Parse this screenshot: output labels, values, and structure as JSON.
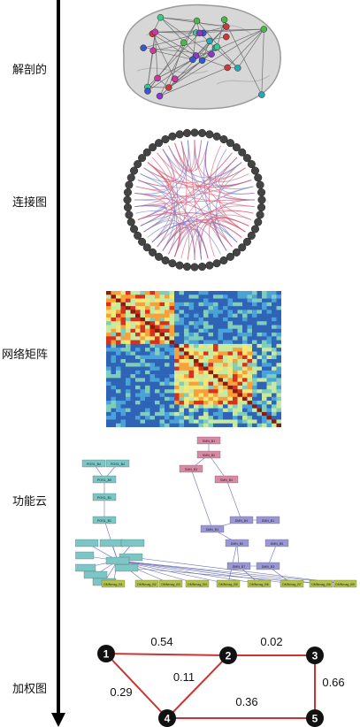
{
  "stages": [
    {
      "id": "anatomy",
      "label": "解剖的"
    },
    {
      "id": "connectogram",
      "label": "连接图"
    },
    {
      "id": "matrix",
      "label": "网络矩阵"
    },
    {
      "id": "cloud",
      "label": "功能云"
    },
    {
      "id": "weighted",
      "label": "加权图"
    }
  ],
  "cloud": {
    "teal_nodes": [
      "POS1_B4",
      "POS1_B4",
      "POS1_B5",
      "POS1_B1",
      "POS1_B1"
    ],
    "purple_nodes": [
      "DMN_B1",
      "DMN_B4",
      "DMN_B1",
      "DMN_B2",
      "DMN_B5",
      "DMN_B7",
      "DMN_B3"
    ],
    "pink_nodes": [
      "SMN_B1",
      "SMN_B2",
      "SMN_B3",
      "SMN_B4"
    ],
    "olive_nodes": [
      "DMNmag_B1",
      "DMNmag_B2",
      "DMNmag_B3",
      "DMNmag_B4",
      "DMNmag_B5",
      "DMNmag_B6",
      "DMNmag_B7",
      "DMNmag_B8",
      "DMNmag_B9"
    ]
  },
  "weighted_graph": {
    "nodes": [
      {
        "id": "1",
        "label": "1"
      },
      {
        "id": "2",
        "label": "2"
      },
      {
        "id": "3",
        "label": "3"
      },
      {
        "id": "4",
        "label": "4"
      },
      {
        "id": "5",
        "label": "5"
      }
    ],
    "edges": [
      {
        "from": "1",
        "to": "2",
        "weight": "0.54"
      },
      {
        "from": "2",
        "to": "3",
        "weight": "0.02"
      },
      {
        "from": "2",
        "to": "4",
        "weight": "0.11"
      },
      {
        "from": "1",
        "to": "4",
        "weight": "0.29"
      },
      {
        "from": "3",
        "to": "5",
        "weight": "0.66"
      },
      {
        "from": "4",
        "to": "5",
        "weight": "0.36"
      }
    ],
    "edge_color": "#cc3333",
    "node_color": "#111111"
  }
}
